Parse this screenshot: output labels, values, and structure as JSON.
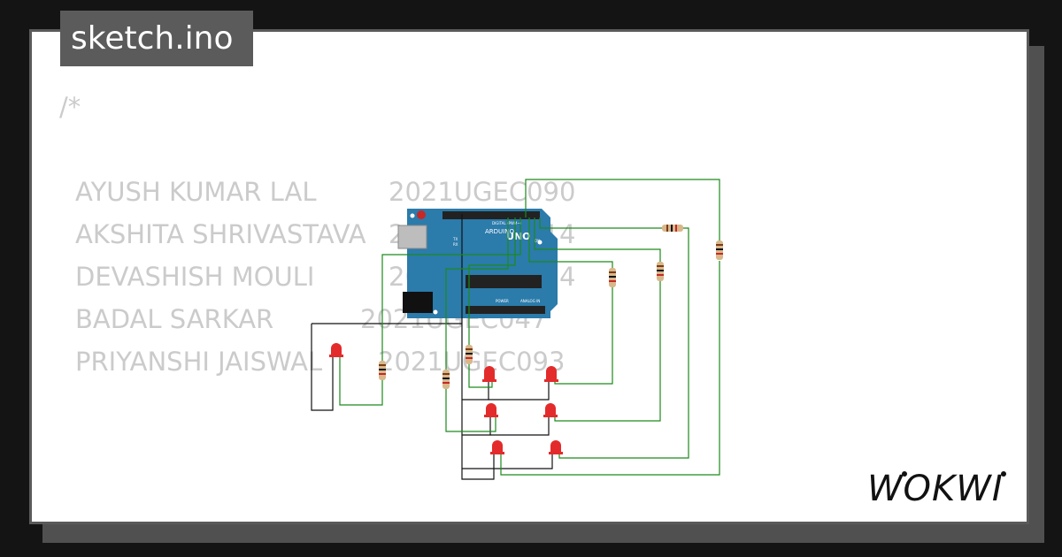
{
  "header": {
    "filename": "sketch.ino"
  },
  "code": {
    "comment_start": "/*",
    "members": [
      {
        "name": "AYUSH KUMAR LAL",
        "id": "2021UGEC090"
      },
      {
        "name": "AKSHITA SHRIVASTAVA",
        "id": "2021UGEC114"
      },
      {
        "name": "DEVASHISH MOULI",
        "id": "2021UGEC054"
      },
      {
        "name": "BADAL SARKAR",
        "id": "2021UGEC047"
      },
      {
        "name": "PRIYANSHI JAISWAL",
        "id": "2021UGEC093"
      }
    ]
  },
  "board": {
    "brand": "ARDUINO",
    "model": "UNO",
    "labels": [
      "DIGITAL (PWM~)",
      "POWER",
      "ANALOG IN",
      "ON",
      "TX",
      "RX"
    ]
  },
  "brand_logo": "WOKWI",
  "colors": {
    "background": "#141414",
    "card": "#ffffff",
    "badge": "#5b5b5b",
    "code_text": "#cbcbcb",
    "board": "#2b7bab",
    "wire_green": "#1c8a1c",
    "wire_black": "#111111",
    "led": "#e32b2b"
  }
}
